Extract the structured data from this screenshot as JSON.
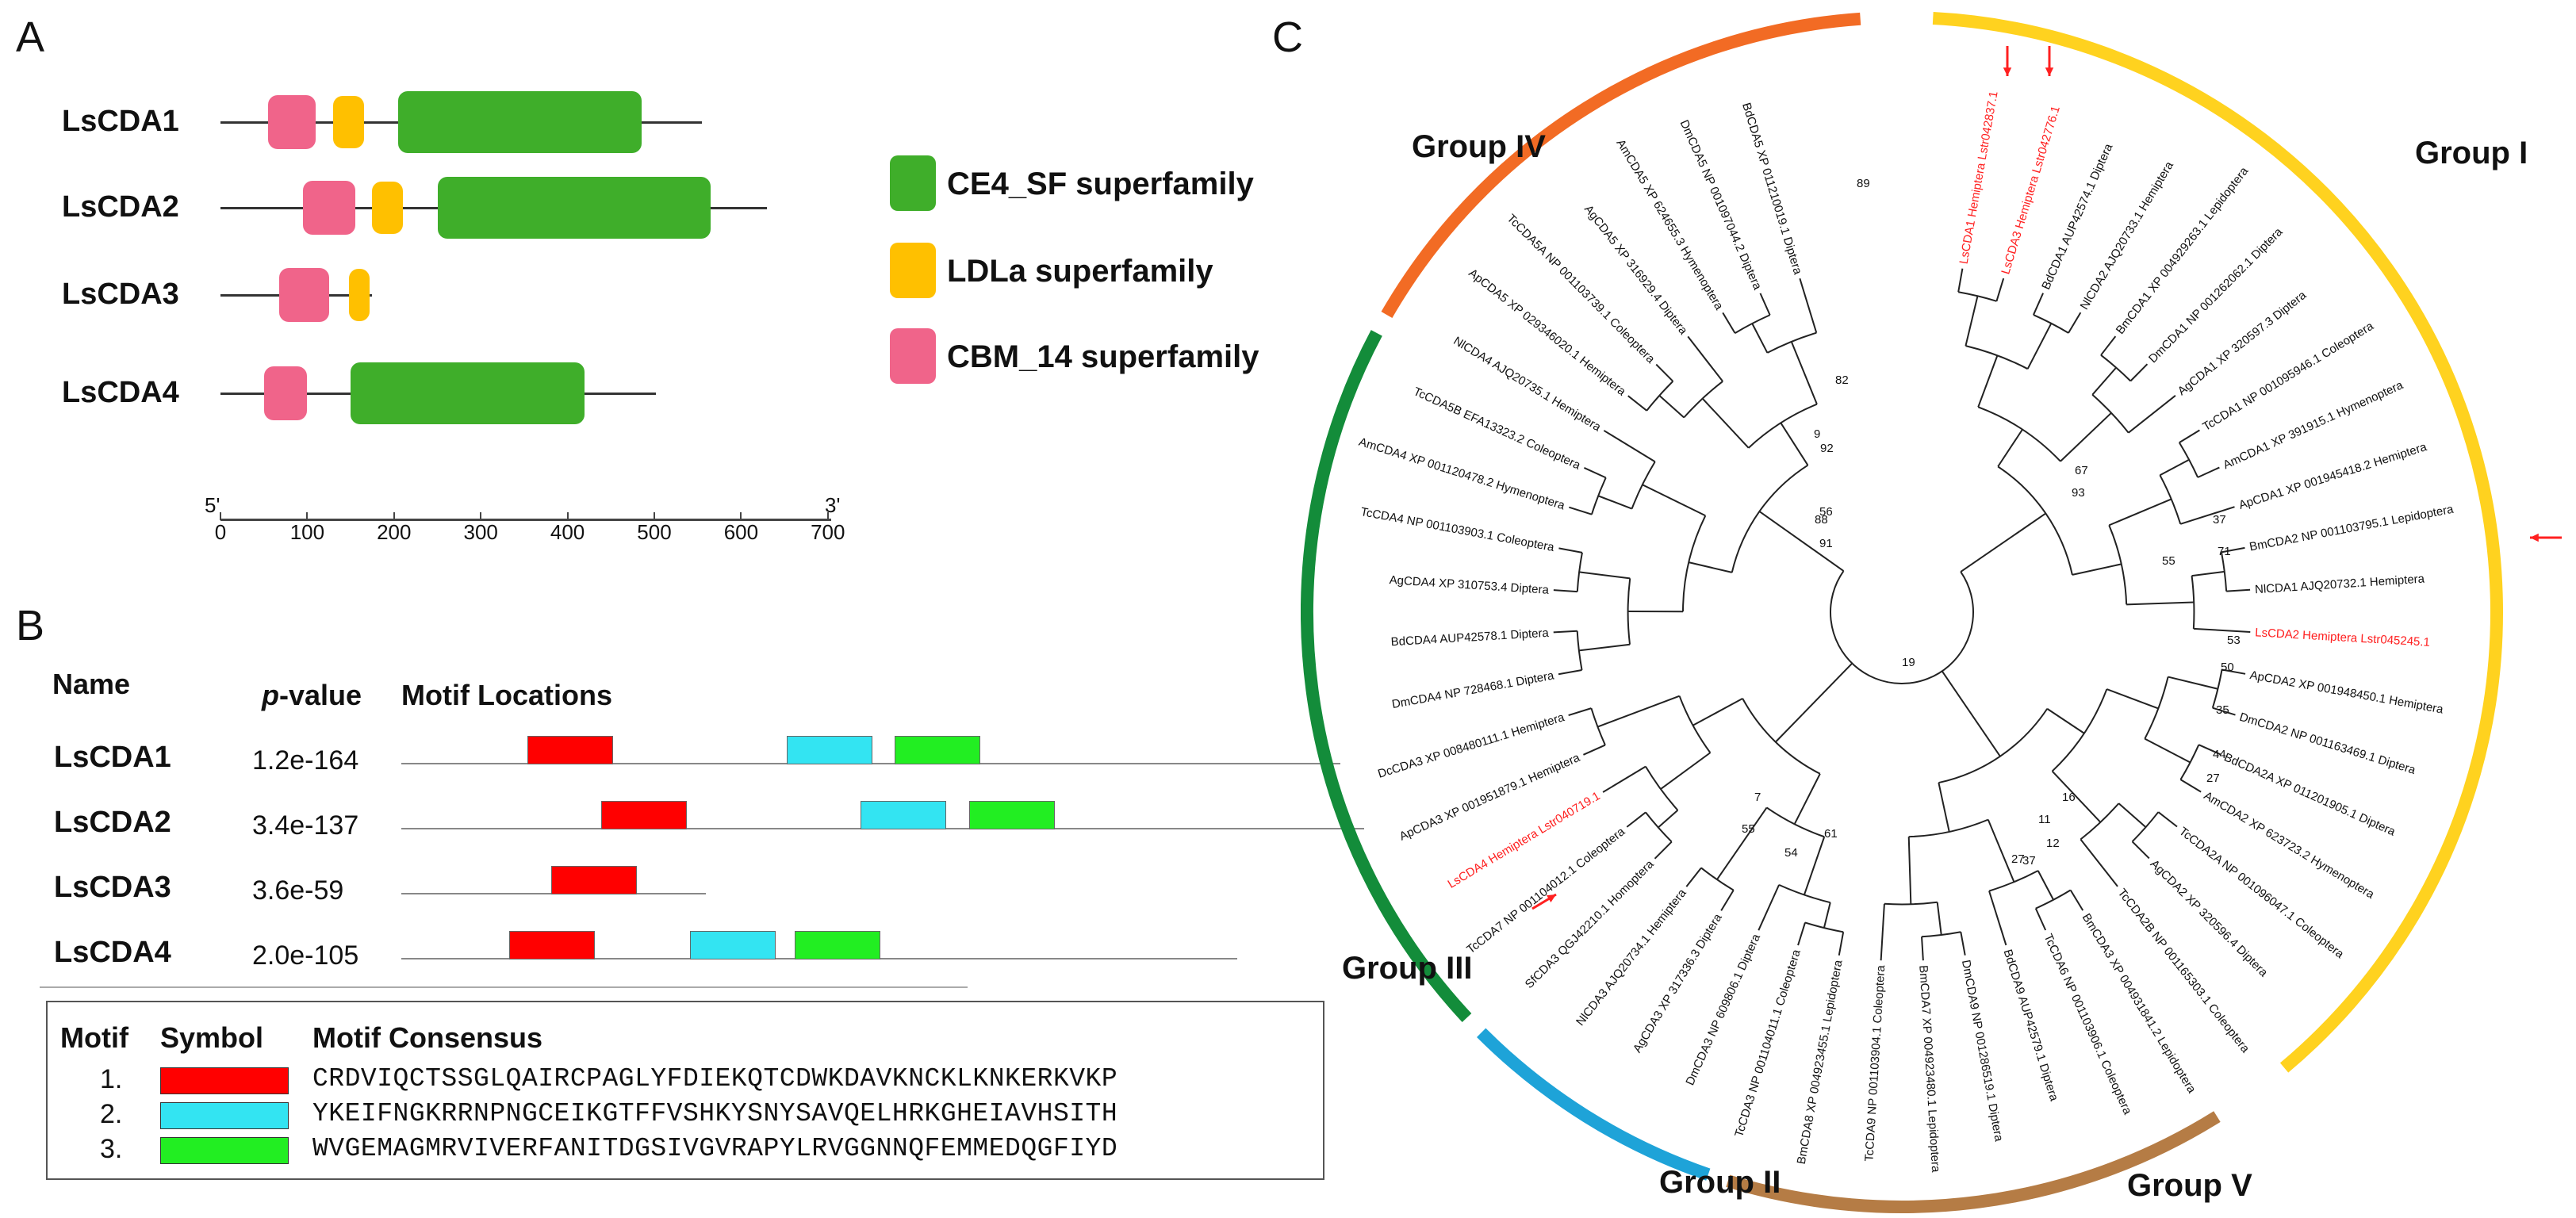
{
  "panelA": {
    "letter": "A",
    "proteins": [
      {
        "name": "LsCDA1",
        "length": 555,
        "domains": [
          {
            "type": "cbm",
            "start": 55,
            "end": 110
          },
          {
            "type": "ldl",
            "start": 130,
            "end": 165
          },
          {
            "type": "ce4",
            "start": 205,
            "end": 485
          }
        ]
      },
      {
        "name": "LsCDA2",
        "length": 630,
        "domains": [
          {
            "type": "cbm",
            "start": 95,
            "end": 155
          },
          {
            "type": "ldl",
            "start": 175,
            "end": 210
          },
          {
            "type": "ce4",
            "start": 250,
            "end": 565
          }
        ]
      },
      {
        "name": "LsCDA3",
        "length": 175,
        "domains": [
          {
            "type": "cbm",
            "start": 68,
            "end": 125
          },
          {
            "type": "ldl",
            "start": 148,
            "end": 172
          }
        ]
      },
      {
        "name": "LsCDA4",
        "length": 502,
        "domains": [
          {
            "type": "cbm",
            "start": 50,
            "end": 100
          },
          {
            "type": "ce4",
            "start": 150,
            "end": 420
          }
        ]
      }
    ],
    "legend": [
      {
        "type": "ce4",
        "label": "CE4_SF superfamily",
        "color": "#3fae2a"
      },
      {
        "type": "ldl",
        "label": "LDLa superfamily",
        "color": "#ffc000"
      },
      {
        "type": "cbm",
        "label": "CBM_14 superfamily",
        "color": "#f0648a"
      }
    ],
    "axis": {
      "start_label": "5'",
      "end_label": "3'",
      "ticks": [
        "0",
        "100",
        "200",
        "300",
        "400",
        "500",
        "600",
        "700"
      ],
      "max": 700
    }
  },
  "panelB": {
    "letter": "B",
    "headers": {
      "name": "Name",
      "pvalue": "-value",
      "pvalue_prefix": "p",
      "locations": "Motif Locations"
    },
    "rows": [
      {
        "name": "LsCDA1",
        "pvalue": "1.2e-164",
        "motifs": [
          1,
          2,
          3
        ]
      },
      {
        "name": "LsCDA2",
        "pvalue": "3.4e-137",
        "motifs": [
          1,
          2,
          3
        ]
      },
      {
        "name": "LsCDA3",
        "pvalue": "3.6e-59",
        "motifs": [
          1
        ]
      },
      {
        "name": "LsCDA4",
        "pvalue": "2.0e-105",
        "motifs": [
          1,
          2,
          3
        ]
      }
    ],
    "legend_headers": {
      "motif": "Motif",
      "symbol": "Symbol",
      "consensus": "Motif Consensus"
    },
    "motifs": [
      {
        "num": "1.",
        "color": "#ff0000",
        "consensus": "CRDVIQCTSSGLQAIRCPAGLYFDIEKQTCDWKDAVKNCKLKNKERKVKP"
      },
      {
        "num": "2.",
        "color": "#33e4f2",
        "consensus": "YKEIFNGKRRNPNGCEIKGTFFVSHKYSNYSAVQELHRKGHEIAVHSITH"
      },
      {
        "num": "3.",
        "color": "#22ee22",
        "consensus": "WVGEMAGMRVIVERFANITDGSIVGVRAPYLRVGGNNQFEMMEDQGFIYD"
      }
    ]
  },
  "panelC": {
    "letter": "C",
    "groups": [
      {
        "label": "Group I",
        "color": "#ffd21f"
      },
      {
        "label": "Group II",
        "color": "#1ea3d8"
      },
      {
        "label": "Group III",
        "color": "#138c3a"
      },
      {
        "label": "Group IV",
        "color": "#f26b24"
      },
      {
        "label": "Group V",
        "color": "#b57c45"
      }
    ],
    "leaves": [
      {
        "label": "LsCDA1 Hemiptera Lstr042837.1",
        "highlight": true
      },
      {
        "label": "LsCDA3 Hemiptera Lstr042776.1",
        "highlight": true
      },
      {
        "label": "BdCDA1 AUP42574.1 Diptera"
      },
      {
        "label": "NlCDA2 AJQ20733.1 Hemiptera"
      },
      {
        "label": "BmCDA1 XP 004929263.1 Lepidoptera"
      },
      {
        "label": "DmCDA1 NP 001262062.1 Diptera"
      },
      {
        "label": "AgCDA1 XP 320597.3 Diptera"
      },
      {
        "label": "TcCDA1 NP 001095946.1 Coleoptera"
      },
      {
        "label": "AmCDA1 XP 391915.1 Hymenoptera"
      },
      {
        "label": "ApCDA1 XP 001945418.2 Hemiptera"
      },
      {
        "label": "BmCDA2 NP 001103795.1 Lepidoptera"
      },
      {
        "label": "NlCDA1 AJQ20732.1 Hemiptera"
      },
      {
        "label": "LsCDA2 Hemiptera Lstr045245.1",
        "highlight": true
      },
      {
        "label": "ApCDA2 XP 001948450.1 Hemiptera"
      },
      {
        "label": "DmCDA2 NP 001163469.1 Diptera"
      },
      {
        "label": "BdCDA2A XP 011201905.1 Diptera"
      },
      {
        "label": "AmCDA2 XP 623723.2 Hymenoptera"
      },
      {
        "label": "TcCDA2A NP 001096047.1 Coleoptera"
      },
      {
        "label": "AgCDA2 XP 320596.4 Diptera"
      },
      {
        "label": "TcCDA2B NP 001165303.1 Coleoptera"
      },
      {
        "label": "BmCDA3 XP 004931841.2 Lepidoptera"
      },
      {
        "label": "TcCDA6 NP 001103906.1 Coleoptera"
      },
      {
        "label": "BdCDA9 AUP42579.1 Diptera"
      },
      {
        "label": "DmCDA9 NP 001286519.1 Diptera"
      },
      {
        "label": "BmCDA7 XP 004923480.1 Lepidoptera"
      },
      {
        "label": "TcCDA9 NP 001103904.1 Coleoptera"
      },
      {
        "label": "BmCDA8 XP 004923455.1 Lepidoptera"
      },
      {
        "label": "TcCDA3 NP 001104011.1 Coleoptera"
      },
      {
        "label": "DmCDA3 NP 609806.1 Diptera"
      },
      {
        "label": "AgCDA3 XP 317336.3 Diptera"
      },
      {
        "label": "NlCDA3 AJQ20734.1 Hemiptera"
      },
      {
        "label": "SfCDA3 QGJ42210.1 Homoptera"
      },
      {
        "label": "TcCDA7 NP 001104012.1 Coleoptera"
      },
      {
        "label": "LsCDA4 Hemiptera Lstr040719.1",
        "highlight": true
      },
      {
        "label": "ApCDA3 XP 001951879.1 Hemiptera"
      },
      {
        "label": "DcCDA3 XP 008480111.1 Hemiptera"
      },
      {
        "label": "DmCDA4 NP 728468.1 Diptera"
      },
      {
        "label": "BdCDA4 AUP42578.1 Diptera"
      },
      {
        "label": "AgCDA4 XP 310753.4 Diptera"
      },
      {
        "label": "TcCDA4 NP 001103903.1 Coleoptera"
      },
      {
        "label": "AmCDA4 XP 001120478.2 Hymenoptera"
      },
      {
        "label": "TcCDA5B EFA13323.2 Coleoptera"
      },
      {
        "label": "NlCDA4 AJQ20735.1 Hemiptera"
      },
      {
        "label": "ApCDA5 XP 029346020.1 Hemiptera"
      },
      {
        "label": "TcCDA5A NP 001103739.1 Coleoptera"
      },
      {
        "label": "AgCDA5 XP 316929.4 Diptera"
      },
      {
        "label": "AmCDA5 XP 624655.3 Hymenoptera"
      },
      {
        "label": "DmCDA5 NP 001097044.2 Diptera"
      },
      {
        "label": "BdCDA5 XP 011210019.1 Diptera"
      }
    ],
    "bootstraps": [
      "89",
      "82",
      "92",
      "9",
      "56",
      "91",
      "88",
      "67",
      "93",
      "37",
      "71",
      "55",
      "53",
      "50",
      "35",
      "44",
      "27",
      "19",
      "16",
      "11",
      "12",
      "37",
      "27",
      "54",
      "61",
      "55",
      "7"
    ]
  }
}
